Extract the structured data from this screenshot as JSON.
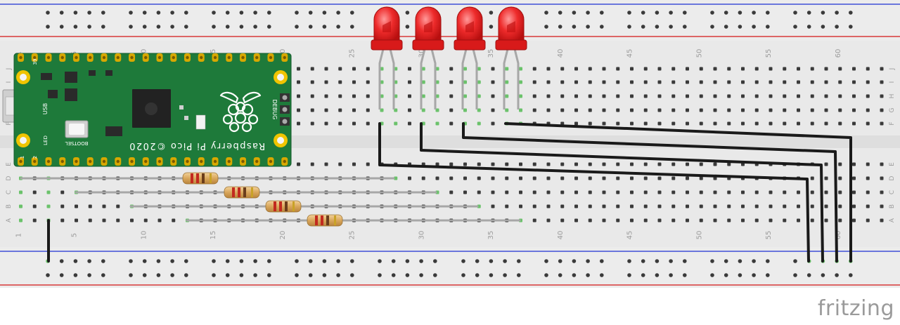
{
  "board": {
    "colors": {
      "breadboard": "#e8e8e8",
      "breadboard_edge": "#d6d6d6",
      "rail_blue": "#3e4fd6",
      "rail_red": "#d83a3a",
      "hole": "#3a3a3a",
      "hole_lit": "#6bc26b",
      "label": "#9c9c9c",
      "pcb": "#1e7a3a",
      "pad": "#d8a800",
      "wire": "#1a1a1a",
      "lead": "#a7a7a7",
      "led": "#e01818"
    },
    "column_numbers": [
      "1",
      "5",
      "10",
      "15",
      "20",
      "25",
      "30",
      "35",
      "40",
      "45",
      "50",
      "55",
      "60"
    ],
    "upper_row_letters": [
      "J",
      "I",
      "H",
      "G",
      "F"
    ],
    "lower_row_letters": [
      "E",
      "D",
      "C",
      "B",
      "A"
    ]
  },
  "pico": {
    "name_label": "Raspberry Pi Pico ©2020",
    "usb_label": "USB",
    "led_label": "LED",
    "bootsel_label": "BOOTSEL",
    "debug_label": "DEBUG",
    "pin_top_left": "39",
    "pin_bottom_left_1": "1",
    "pin_bottom_left_2": "2"
  },
  "leds": {
    "count": 4,
    "color": "red"
  },
  "resistors": {
    "count": 4
  },
  "brand": "fritzing"
}
